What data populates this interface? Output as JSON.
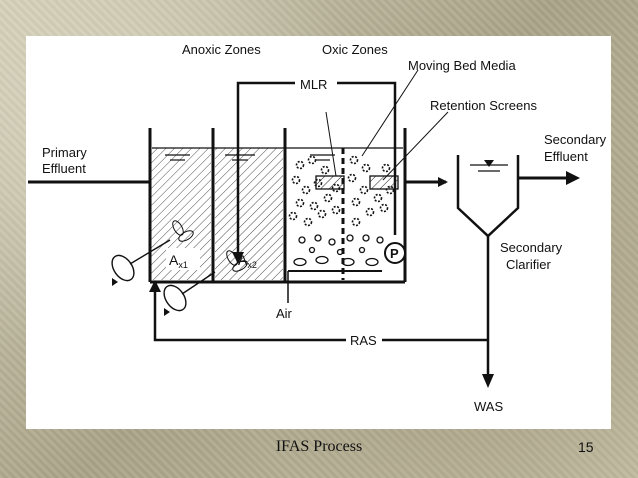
{
  "diagram": {
    "labels": {
      "anoxic_zones": "Anoxic Zones",
      "oxic_zones": "Oxic Zones",
      "mlr": "MLR",
      "moving_bed_media": "Moving Bed Media",
      "retention_screens": "Retention Screens",
      "primary_effluent_line1": "Primary",
      "primary_effluent_line2": "Effluent",
      "secondary_effluent_line1": "Secondary",
      "secondary_effluent_line2": "Effluent",
      "secondary_clarifier_line1": "Secondary",
      "secondary_clarifier_line2": "Clarifier",
      "ax1_main": "A",
      "ax1_sub": "x1",
      "ax2_main": "A",
      "ax2_sub": "x2",
      "pump": "P",
      "air": "Air",
      "ras": "RAS",
      "was": "WAS"
    }
  },
  "footer": {
    "title": "IFAS Process",
    "page_number": "15"
  }
}
